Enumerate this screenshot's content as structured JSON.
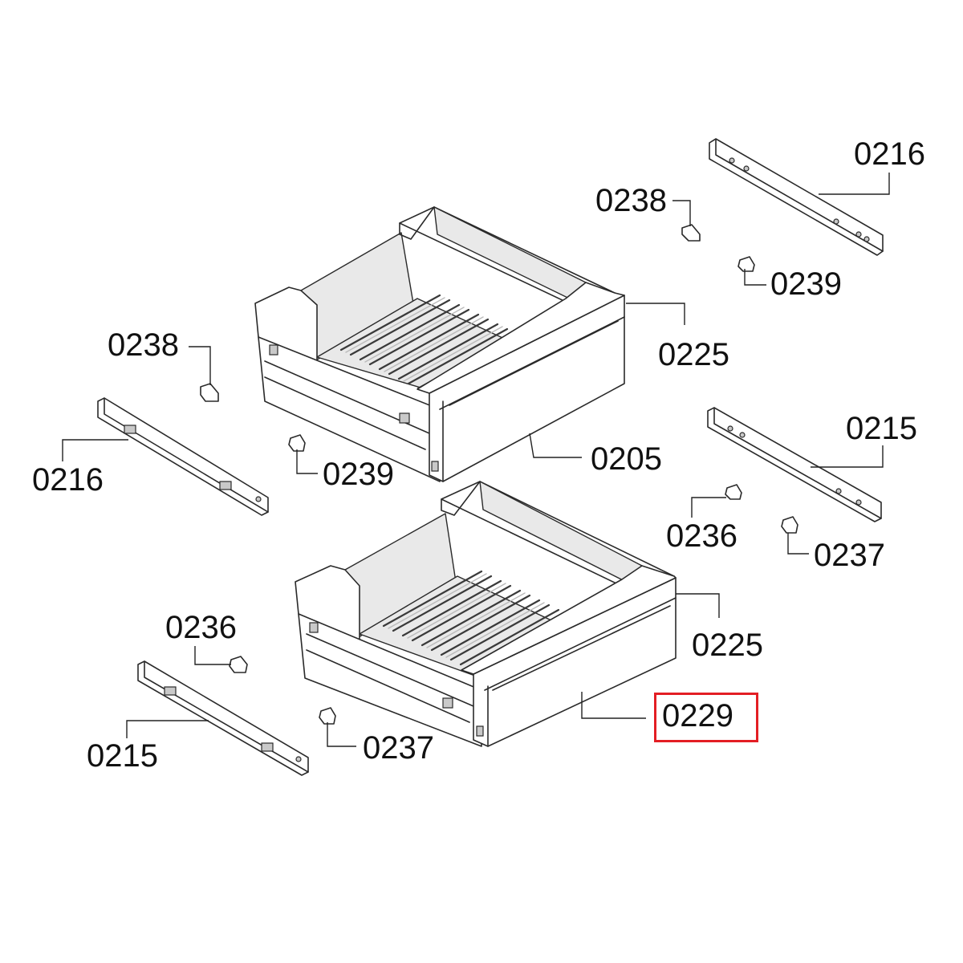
{
  "diagram": {
    "highlight_color": "#e31e24",
    "highlighted_part": "0229",
    "labels": {
      "l0216_top": "0216",
      "l0238_top": "0238",
      "l0239_top": "0239",
      "l0225_top": "0225",
      "l0238_left": "0238",
      "l0216_left": "0216",
      "l0239_mid": "0239",
      "l0205": "0205",
      "l0215_right": "0215",
      "l0236_right": "0236",
      "l0237_right": "0237",
      "l0225_bottom": "0225",
      "l0236_left": "0236",
      "l0215_left": "0215",
      "l0237_bottom": "0237",
      "l0229": "0229"
    }
  }
}
